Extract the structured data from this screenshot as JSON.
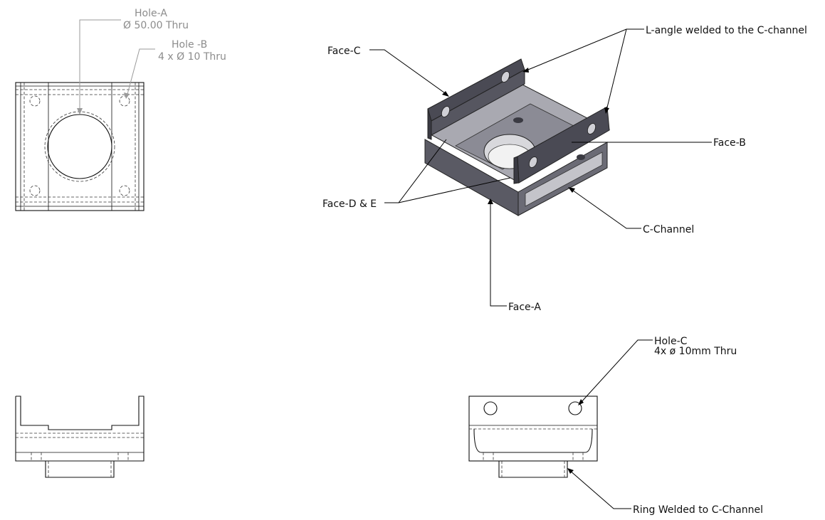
{
  "top_view": {
    "hole_a": {
      "title": "Hole-A",
      "spec": "Ø 50.00 Thru"
    },
    "hole_b": {
      "title": "Hole -B",
      "spec": "4 x Ø 10 Thru"
    }
  },
  "iso_view": {
    "face_c": "Face-C",
    "l_angle": "L-angle welded to the C-channel",
    "face_b": "Face-B",
    "face_d_e": "Face-D & E",
    "c_channel": "C-Channel",
    "face_a": "Face-A"
  },
  "side_view": {
    "hole_c": {
      "title": "Hole-C",
      "spec": "4x ø 10mm Thru"
    },
    "ring": "Ring Welded to C-Channel"
  },
  "colors": {
    "part_dark": "#4a4a54",
    "part_mid": "#7a7a84",
    "part_light": "#a9a9b1",
    "callout_gray": "#8c8c8c"
  }
}
